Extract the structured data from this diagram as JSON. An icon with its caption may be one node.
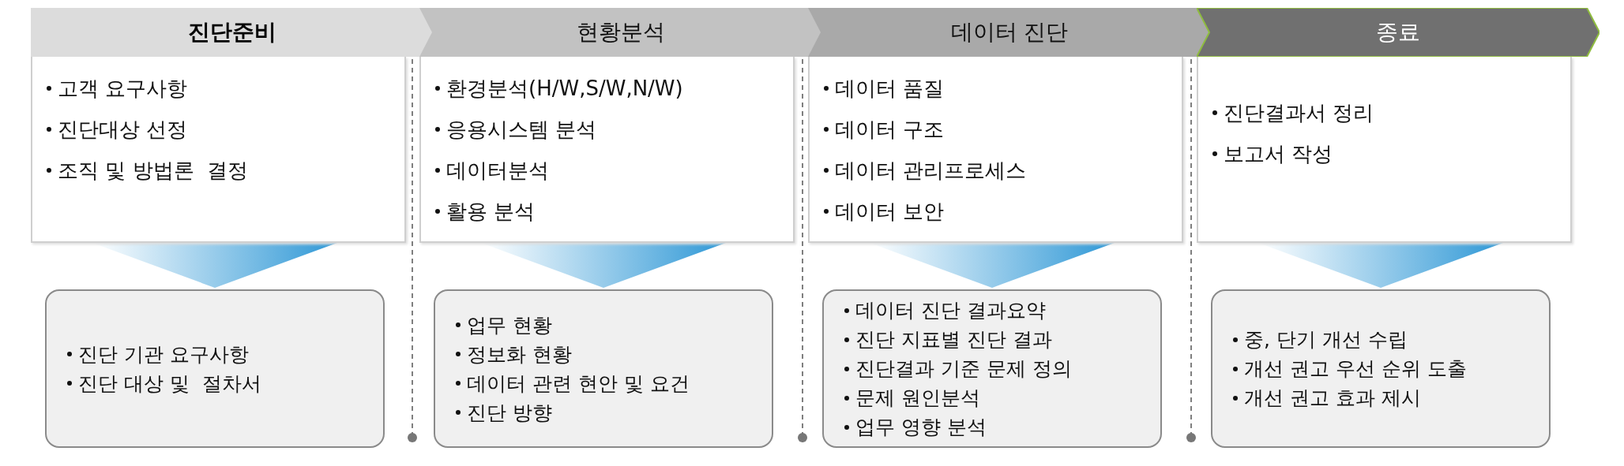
{
  "diagram": {
    "nodes": [
      {
        "text": [
          "진단준비"
        ]
      },
      {
        "text": [
          "고객 요구사항",
          "진단대상 선정",
          "조직 및 방법론  결정"
        ]
      },
      {
        "text": [
          "진단 기관 요구사항",
          "진단 대상 및  절차서"
        ]
      },
      {
        "text": [
          "현황분석"
        ]
      },
      {
        "text": [
          "환경분석(H/W,S/W,N/W)",
          "응용시스템 분석",
          "데이터분석",
          "활용 분석"
        ]
      },
      {
        "text": [
          "업무 현황",
          "정보화 현황",
          "데이터 관련 현안 및 요건",
          "진단 방향"
        ]
      },
      {
        "text": [
          "데이터 진단"
        ]
      },
      {
        "text": [
          "데이터 품질",
          "데이터 구조",
          "데이터 관리프로세스",
          "데이터 보안"
        ]
      },
      {
        "text": [
          "데이터 진단 결과요약",
          "진단 지표별 진단 결과",
          "진단결과 기준 문제 정의",
          "문제 원인분석",
          "업무 영향 분석"
        ]
      },
      {
        "text": [
          "종료"
        ]
      },
      {
        "text": [
          "진단결과서 정리",
          "보고서 작성"
        ]
      },
      {
        "text": [
          "중, 단기 개선 수립",
          "개선 권고 우선 순위 도출",
          "개선 권고 효과 제시"
        ]
      }
    ],
    "edges": [
      {
        "from": 1,
        "to": 2,
        "arrow": "to"
      },
      {
        "from": 4,
        "to": 5,
        "arrow": "to"
      },
      {
        "from": 7,
        "to": 8,
        "arrow": "to"
      },
      {
        "from": 10,
        "to": 11,
        "arrow": "to"
      }
    ]
  }
}
